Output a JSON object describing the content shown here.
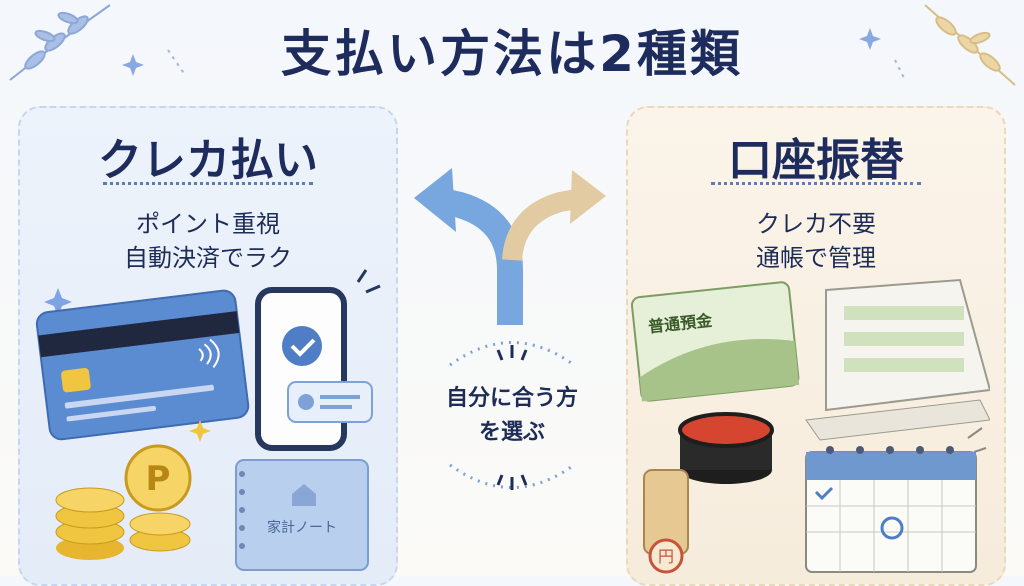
{
  "title": "支払い方法は2種類",
  "left": {
    "heading": "クレカ払い",
    "lines": [
      "ポイント重視",
      "自動決済でラク"
    ],
    "notebook_label": "家計ノート",
    "coin_mark": "P"
  },
  "right": {
    "heading": "口座振替",
    "lines": [
      "クレカ不要",
      "通帳で管理"
    ],
    "passbook_label": "普通預金",
    "seal_mark": "円"
  },
  "center": {
    "lines": [
      "自分に合う方",
      "を選ぶ"
    ]
  },
  "colors": {
    "navy": "#1d2c5c",
    "left_accent": "#6f9fd8",
    "right_accent": "#d9c39a"
  }
}
